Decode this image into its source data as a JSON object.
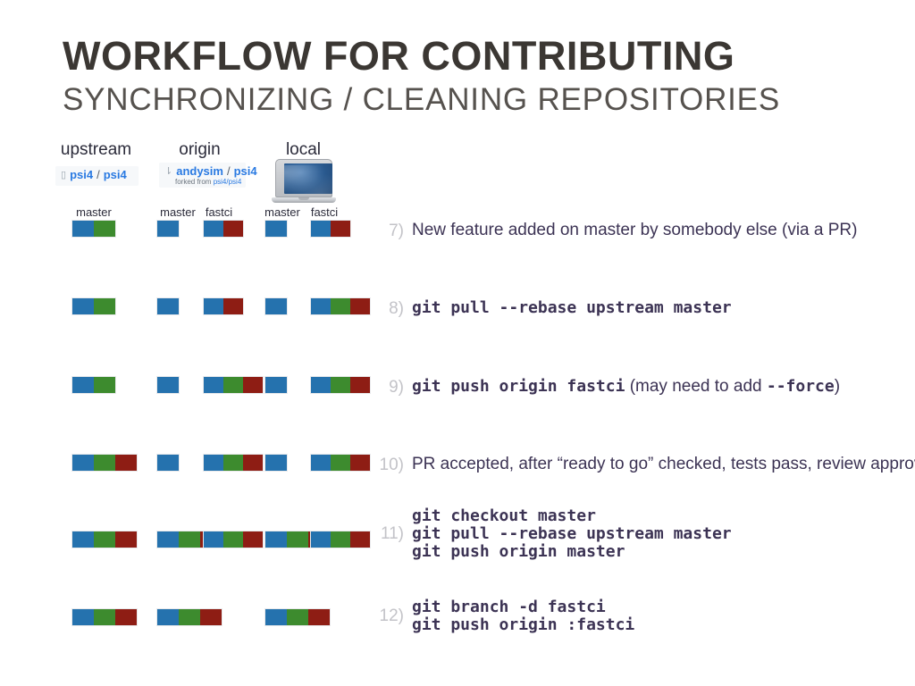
{
  "slide": {
    "title": "WORKFLOW FOR CONTRIBUTING",
    "subtitle": "SYNCHRONIZING / CLEANING REPOSITORIES",
    "background_color": "#ffffff"
  },
  "colors": {
    "commit_blue": "#2572ae",
    "commit_green": "#3d8b2e",
    "commit_red": "#8e1d14",
    "step_number": "#c3c3c8",
    "step_text": "#3c3354",
    "title": "#3b3733",
    "subtitle": "#56524e",
    "link_blue": "#2a7ae2"
  },
  "columns": [
    {
      "key": "upstream",
      "header": "upstream",
      "badge": {
        "icon": "repo-icon",
        "owner": "psi4",
        "separator": "/",
        "name": "psi4",
        "forked_from": null
      },
      "branches": [
        "master"
      ]
    },
    {
      "key": "origin",
      "header": "origin",
      "badge": {
        "icon": "fork-icon",
        "owner": "andysim",
        "separator": "/",
        "name": "psi4",
        "forked_from_label": "forked from",
        "forked_from": "psi4/psi4"
      },
      "branches": [
        "master",
        "fastci"
      ]
    },
    {
      "key": "local",
      "header": "local",
      "badge": null,
      "icon": "laptop-icon",
      "branches": [
        "master",
        "fastci"
      ]
    }
  ],
  "rows": [
    {
      "number": "7)",
      "kind": "prose",
      "text": "New feature added on master by somebody else (via a PR)",
      "bars": {
        "upstream": {
          "master": [
            "blue",
            "green"
          ]
        },
        "origin": {
          "master": [
            "blue"
          ],
          "fastci": [
            "blue",
            "red"
          ]
        },
        "local": {
          "master": [
            "blue"
          ],
          "fastci": [
            "blue",
            "red"
          ]
        }
      }
    },
    {
      "number": "8)",
      "kind": "command",
      "lines": [
        "git pull --rebase upstream master"
      ],
      "bars": {
        "upstream": {
          "master": [
            "blue",
            "green"
          ]
        },
        "origin": {
          "master": [
            "blue"
          ],
          "fastci": [
            "blue",
            "red"
          ]
        },
        "local": {
          "master": [
            "blue"
          ],
          "fastci": [
            "blue",
            "green",
            "red"
          ]
        }
      }
    },
    {
      "number": "9)",
      "kind": "command-with-note",
      "command": "git push origin fastci",
      "note_prefix": "(may need to add ",
      "note_mono": "--force",
      "note_suffix": ")",
      "bars": {
        "upstream": {
          "master": [
            "blue",
            "green"
          ]
        },
        "origin": {
          "master": [
            "blue"
          ],
          "fastci": [
            "blue",
            "green",
            "red"
          ]
        },
        "local": {
          "master": [
            "blue"
          ],
          "fastci": [
            "blue",
            "green",
            "red"
          ]
        }
      }
    },
    {
      "number": "10)",
      "kind": "prose",
      "text": "PR accepted, after “ready to go” checked, tests pass, review approvals",
      "bars": {
        "upstream": {
          "master": [
            "blue",
            "green",
            "red"
          ]
        },
        "origin": {
          "master": [
            "blue"
          ],
          "fastci": [
            "blue",
            "green",
            "red"
          ]
        },
        "local": {
          "master": [
            "blue"
          ],
          "fastci": [
            "blue",
            "green",
            "red"
          ]
        }
      }
    },
    {
      "number": "11)",
      "kind": "command",
      "lines": [
        "git checkout master",
        "git pull --rebase upstream master",
        "git push origin master"
      ],
      "bars": {
        "upstream": {
          "master": [
            "blue",
            "green",
            "red"
          ]
        },
        "origin": {
          "master": [
            "blue",
            "green",
            "red"
          ],
          "fastci": [
            "blue",
            "green",
            "red"
          ]
        },
        "local": {
          "master": [
            "blue",
            "green",
            "red"
          ],
          "fastci": [
            "blue",
            "green",
            "red"
          ]
        }
      }
    },
    {
      "number": "12)",
      "kind": "command",
      "lines": [
        "git branch -d fastci",
        "git push origin :fastci"
      ],
      "bars": {
        "upstream": {
          "master": [
            "blue",
            "green",
            "red"
          ]
        },
        "origin": {
          "master": [
            "blue",
            "green",
            "red"
          ]
        },
        "local": {
          "master": [
            "blue",
            "green",
            "red"
          ]
        }
      }
    }
  ]
}
